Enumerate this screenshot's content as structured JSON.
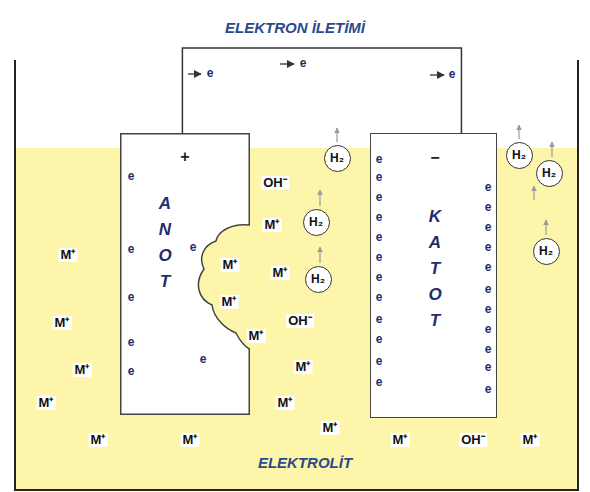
{
  "diagram": {
    "title": "ELEKTRON İLETİMİ",
    "nodes": [
      {
        "text": [
          "+",
          "ANOT"
        ]
      },
      {
        "text": [
          "−",
          "KATOT"
        ]
      },
      {
        "text": [
          "H₂"
        ]
      },
      {
        "text": [
          "H₂"
        ]
      },
      {
        "text": [
          "H₂"
        ]
      },
      {
        "text": [
          "H₂"
        ]
      },
      {
        "text": [
          "H₂"
        ]
      },
      {
        "text": [
          "H₂"
        ]
      }
    ],
    "edges": [
      {
        "from": 0,
        "to": 1,
        "arrow": "none"
      }
    ],
    "labels": [
      "e",
      "e",
      "e",
      "ELEKTROLİT",
      "M⁺",
      "M⁺",
      "M⁺",
      "M⁺",
      "M⁺",
      "e",
      "e",
      "e",
      "e",
      "e",
      "e",
      "e",
      "M⁺",
      "M⁺",
      "M⁺",
      "OH⁻",
      "M⁺",
      "M⁺",
      "OH⁻",
      "M⁺",
      "M⁺",
      "M⁺",
      "M⁺",
      "M⁺",
      "OH⁻",
      "M⁺",
      "e",
      "e",
      "e",
      "e",
      "e",
      "e",
      "e",
      "e",
      "e",
      "e",
      "e",
      "e",
      "e",
      "e",
      "e",
      "e",
      "e",
      "e",
      "e",
      "e",
      "e",
      "e",
      "e"
    ]
  }
}
